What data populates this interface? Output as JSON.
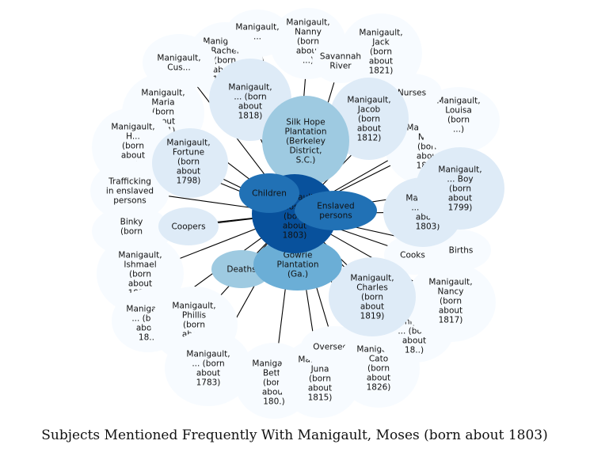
{
  "title": "Subjects Mentioned Frequently With Manigault, Moses (born about 1803)",
  "center": "Manigault, Moses (born about 1803)",
  "colors": {
    "outer": "#f7fbff",
    "light": "#deebf7",
    "mid": "#9ecae1",
    "blue": "#6baed6",
    "dark": "#2171b5",
    "darkest": "#08519c",
    "edge": "#000000"
  },
  "nodes": [
    "Silk Hope Plantation (Berkeley District, S.C.)",
    "Gowrie Plantation (Ga.)",
    "Children",
    "Enslaved persons",
    "Deaths",
    "Manigault, Nanny (born about ...)",
    "Manigault, Jack (born about 1821)",
    "Savannah River",
    "Manigault, Rachel (born about 1783)",
    "Manigault, ... (born about 1818)",
    "Manigault, Cus...",
    "Manigault, Maria (born about 1801)",
    "Manigault, Fortune (born about 1798)",
    "Manigault, H... (born about ...)",
    "Trafficking in enslaved persons",
    "Coopers",
    "Binky (born ...)",
    "Manigault, Ishmael (born about 1823)",
    "Manigault, ... (born about 18..)",
    "Manigault, Phillis (born about 1804)",
    "Manigault, ... (born about 1783)",
    "Manigault, Betty (born about 180.)",
    "Manigault, Juna (born about 1815)",
    "Overseers",
    "Manigault, Cato (born about 1826)",
    "Manigault, ... (born about 18..)",
    "Manigault, Charles (born about 1819)",
    "Manigault, Nancy (born about 1817)",
    "Births",
    "Cooks",
    "Manigault, ... (born about 1803)",
    "Manigault, ... Boy (born about 1799)",
    "Manigault, Nelly (born about 1809)",
    "Manigault, Louisa (born ...)",
    "Nurses",
    "Manigault, Jacob (born about 1812)",
    "Manigault, ..."
  ]
}
